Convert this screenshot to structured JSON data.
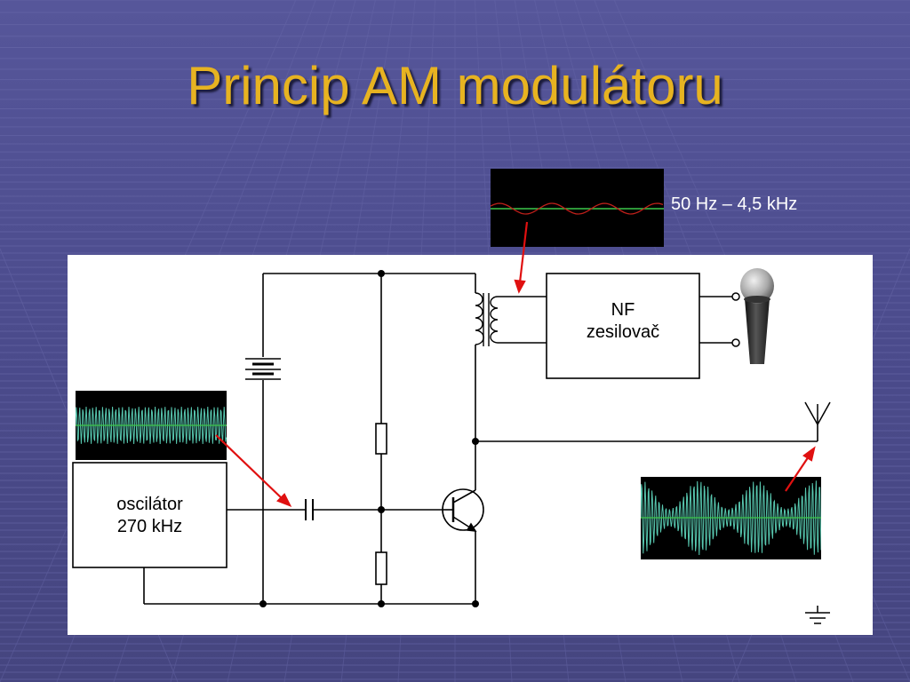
{
  "slide": {
    "title": "Princip AM modulátoru",
    "modulating_frequency_label": "50 Hz – 4,5 kHz"
  },
  "blocks": {
    "oscillator": {
      "line1": "oscilátor",
      "line2": "270 kHz"
    },
    "amplifier": {
      "line1": "NF",
      "line2": "zesilovač"
    }
  },
  "colors": {
    "background": "#4f4f8f",
    "title": "#e7b321",
    "wire": "#000000",
    "arrow": "#e01010",
    "scope_background": "#000000",
    "trace_green": "#3cc84a",
    "trace_red": "#c0201a",
    "trace_cyan": "#58c8b0"
  },
  "icons": [
    "microphone-icon",
    "antenna-icon",
    "ground-icon",
    "battery-icon",
    "transistor-icon",
    "transformer-icon",
    "capacitor-icon",
    "resistor-icon"
  ]
}
